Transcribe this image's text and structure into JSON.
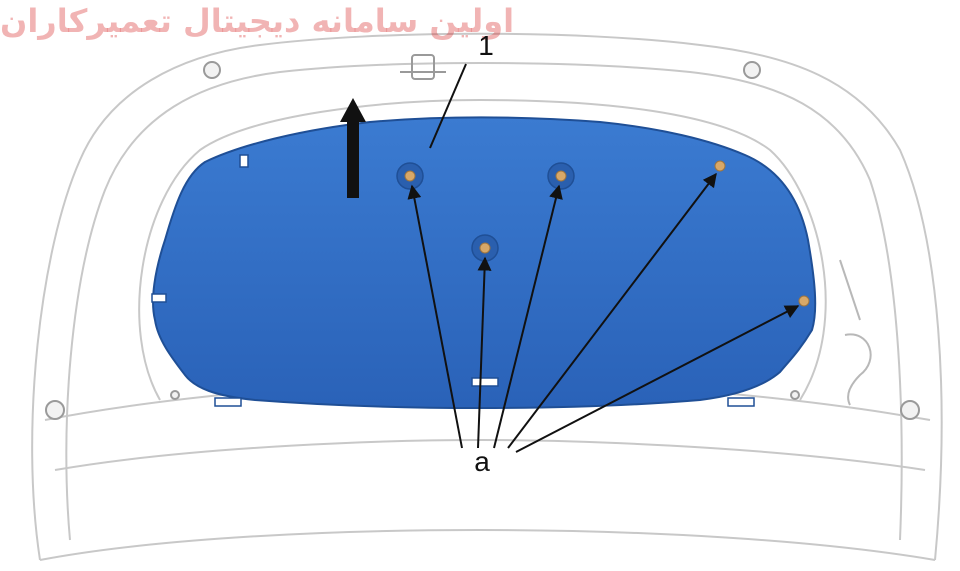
{
  "watermark": {
    "text": "اولین سامانه دیجیتال تعمیرکاران"
  },
  "callouts": {
    "part_1": "1",
    "fastener_a": "a"
  },
  "colors": {
    "insulation_pad": "#2f6ec6",
    "insulation_pad_edge": "#1f4f96",
    "clip": "#d8a868",
    "hood_line": "#c8c8c8",
    "arrow": "#111111",
    "watermark": "#d62828"
  }
}
